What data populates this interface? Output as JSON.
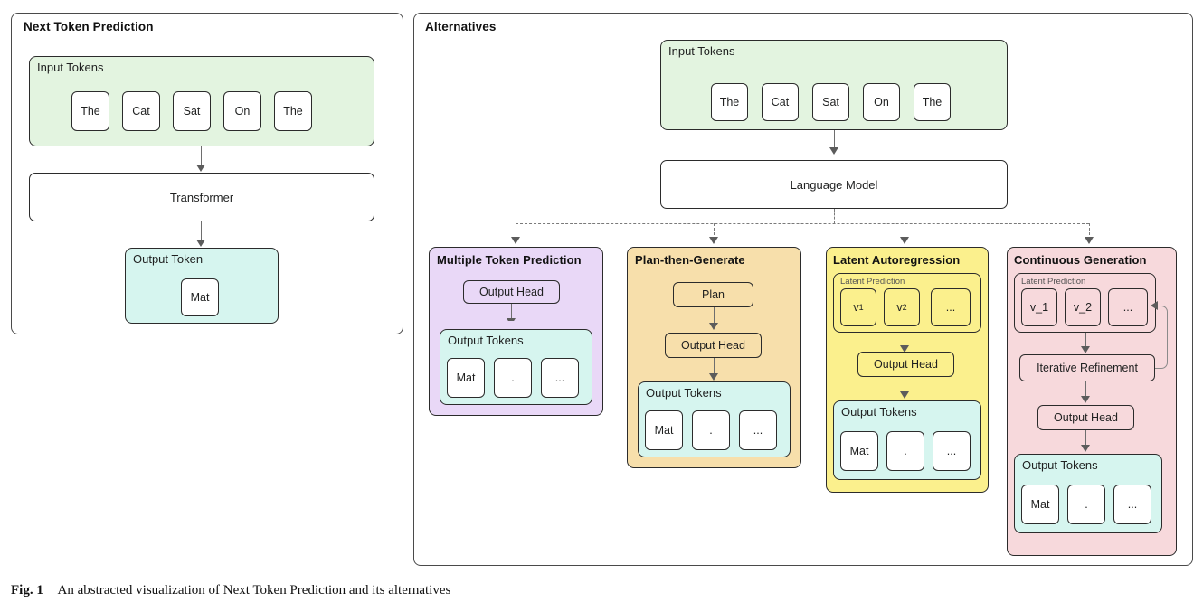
{
  "figure": {
    "caption_label": "Fig. 1",
    "caption_text": "An abstracted visualization of Next Token Prediction and its alternatives"
  },
  "colors": {
    "green": "#e3f4e0",
    "cyan": "#d6f5ef",
    "purple": "#e9d8f7",
    "orange": "#f7dfab",
    "yellow": "#fbf08d",
    "pink": "#f7d9dc",
    "border": "#2b2b2b",
    "panel_border": "#4a4a4a",
    "arrow": "#6e6e6e"
  },
  "left_panel": {
    "title": "Next Token Prediction",
    "input_group": {
      "label": "Input Tokens",
      "tokens": [
        "The",
        "Cat",
        "Sat",
        "On",
        "The"
      ]
    },
    "model": "Transformer",
    "output_group": {
      "label": "Output Token",
      "tokens": [
        "Mat"
      ]
    }
  },
  "right_panel": {
    "title": "Alternatives",
    "input_group": {
      "label": "Input Tokens",
      "tokens": [
        "The",
        "Cat",
        "Sat",
        "On",
        "The"
      ]
    },
    "model": "Language Model",
    "columns": [
      {
        "title": "Multiple Token Prediction",
        "color": "purple",
        "nodes": [
          "Output Head"
        ],
        "output_group": {
          "label": "Output Tokens",
          "tokens": [
            "Mat",
            ".",
            "..."
          ]
        }
      },
      {
        "title": "Plan-then-Generate",
        "color": "orange",
        "nodes": [
          "Plan",
          "Output Head"
        ],
        "output_group": {
          "label": "Output Tokens",
          "tokens": [
            "Mat",
            ".",
            "..."
          ]
        }
      },
      {
        "title": "Latent Autoregression",
        "color": "yellow",
        "latent_group": {
          "label": "Latent Prediction",
          "tokens": [
            "v1",
            "v2",
            "..."
          ]
        },
        "nodes": [
          "Output Head"
        ],
        "output_group": {
          "label": "Output Tokens",
          "tokens": [
            "Mat",
            ".",
            "..."
          ]
        }
      },
      {
        "title": "Continuous Generation",
        "color": "pink",
        "latent_group": {
          "label": "Latent Prediction",
          "tokens": [
            "v_1",
            "v_2",
            "..."
          ]
        },
        "nodes": [
          "Iterative Refinement",
          "Output Head"
        ],
        "output_group": {
          "label": "Output Tokens",
          "tokens": [
            "Mat",
            ".",
            "..."
          ]
        }
      }
    ]
  }
}
